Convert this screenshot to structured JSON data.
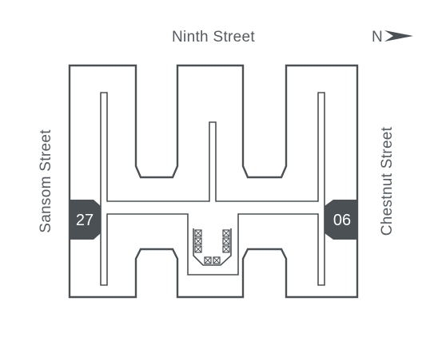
{
  "streets": {
    "top": "Ninth Street",
    "left": "Sansom Street",
    "right": "Chestnut Street"
  },
  "compass": {
    "label": "N",
    "icon": "north-arrow-icon"
  },
  "units": {
    "left": "27",
    "right": "06"
  },
  "colors": {
    "walls": "#4a5054",
    "text": "#555b60",
    "unit_highlight": "#4a5054"
  }
}
